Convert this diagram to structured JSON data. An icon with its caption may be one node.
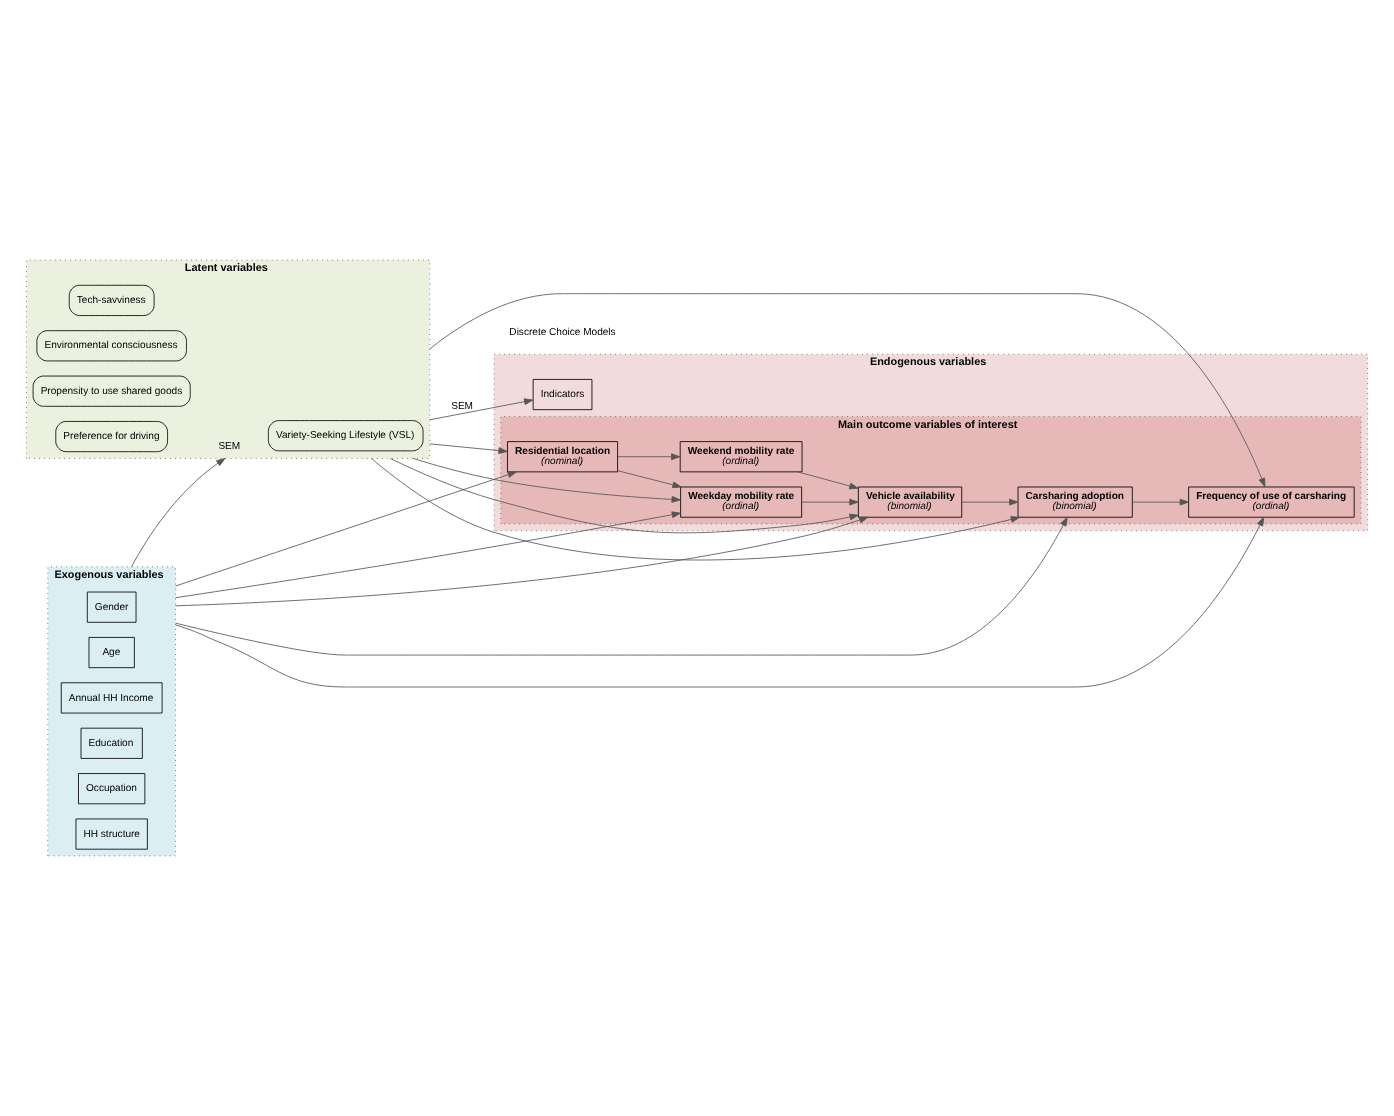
{
  "diagram": {
    "nodes": [
      {
        "text": [
          "Exogenous variables"
        ]
      },
      {
        "text": [
          "Gender"
        ],
        "in": 0
      },
      {
        "text": [
          "Age"
        ],
        "in": 0
      },
      {
        "text": [
          "Annual HH Income"
        ],
        "in": 0
      },
      {
        "text": [
          "Education"
        ],
        "in": 0
      },
      {
        "text": [
          "Occupation"
        ],
        "in": 0
      },
      {
        "text": [
          "HH structure"
        ],
        "in": 0
      },
      {
        "text": [
          "Latent variables"
        ]
      },
      {
        "text": [
          "Variety-Seeking Lifestyle (VSL)"
        ],
        "in": 7
      },
      {
        "text": [
          "Tech-savviness"
        ],
        "in": 7
      },
      {
        "text": [
          "Environmental consciousness"
        ],
        "in": 7
      },
      {
        "text": [
          "Propensity to use shared goods"
        ],
        "in": 7
      },
      {
        "text": [
          "Preference for driving"
        ],
        "in": 7
      },
      {
        "text": [
          "Endogenous variables"
        ]
      },
      {
        "text": [
          "Main outcome variables of interest"
        ],
        "in": 13
      },
      {
        "text": [
          "Residential location",
          "(nominal)"
        ],
        "in": 14
      },
      {
        "text": [
          "Weekday mobility rate",
          "(ordinal)"
        ],
        "in": 14
      },
      {
        "text": [
          "Weekend mobility rate",
          "(ordinal)"
        ],
        "in": 14
      },
      {
        "text": [
          "Vehicle availability",
          "(binomial)"
        ],
        "in": 14
      },
      {
        "text": [
          "Carsharing adoption",
          "(binomial)"
        ],
        "in": 14
      },
      {
        "text": [
          "Frequency of use of carsharing",
          "(ordinal)"
        ],
        "in": 14
      },
      {
        "text": [
          "Indicators"
        ],
        "in": 13
      }
    ],
    "edges": [
      {
        "from": 0,
        "to": 7,
        "arrow": "to",
        "label": "SEM"
      },
      {
        "from": 0,
        "to": 15,
        "arrow": "to"
      },
      {
        "from": 0,
        "to": 16,
        "arrow": "to"
      },
      {
        "from": 0,
        "to": 18,
        "arrow": "to"
      },
      {
        "from": 0,
        "to": 19,
        "arrow": "to"
      },
      {
        "from": 0,
        "to": 20,
        "arrow": "to"
      },
      {
        "from": 7,
        "to": 15,
        "arrow": "to"
      },
      {
        "from": 7,
        "to": 16,
        "arrow": "to"
      },
      {
        "from": 7,
        "to": 18,
        "arrow": "to"
      },
      {
        "from": 7,
        "to": 19,
        "arrow": "to"
      },
      {
        "from": 7,
        "to": 20,
        "arrow": "to"
      },
      {
        "from": 7,
        "to": 21,
        "arrow": "to",
        "label": "SEM"
      },
      {
        "from": 15,
        "to": 16,
        "arrow": "to"
      },
      {
        "from": 15,
        "to": 17,
        "arrow": "to"
      },
      {
        "from": 16,
        "to": 18,
        "arrow": "to"
      },
      {
        "from": 17,
        "to": 18,
        "arrow": "to"
      },
      {
        "from": 18,
        "to": 19,
        "arrow": "to"
      },
      {
        "from": 19,
        "to": 20,
        "arrow": "to"
      }
    ],
    "labels": [
      "Discrete Choice Models"
    ]
  }
}
